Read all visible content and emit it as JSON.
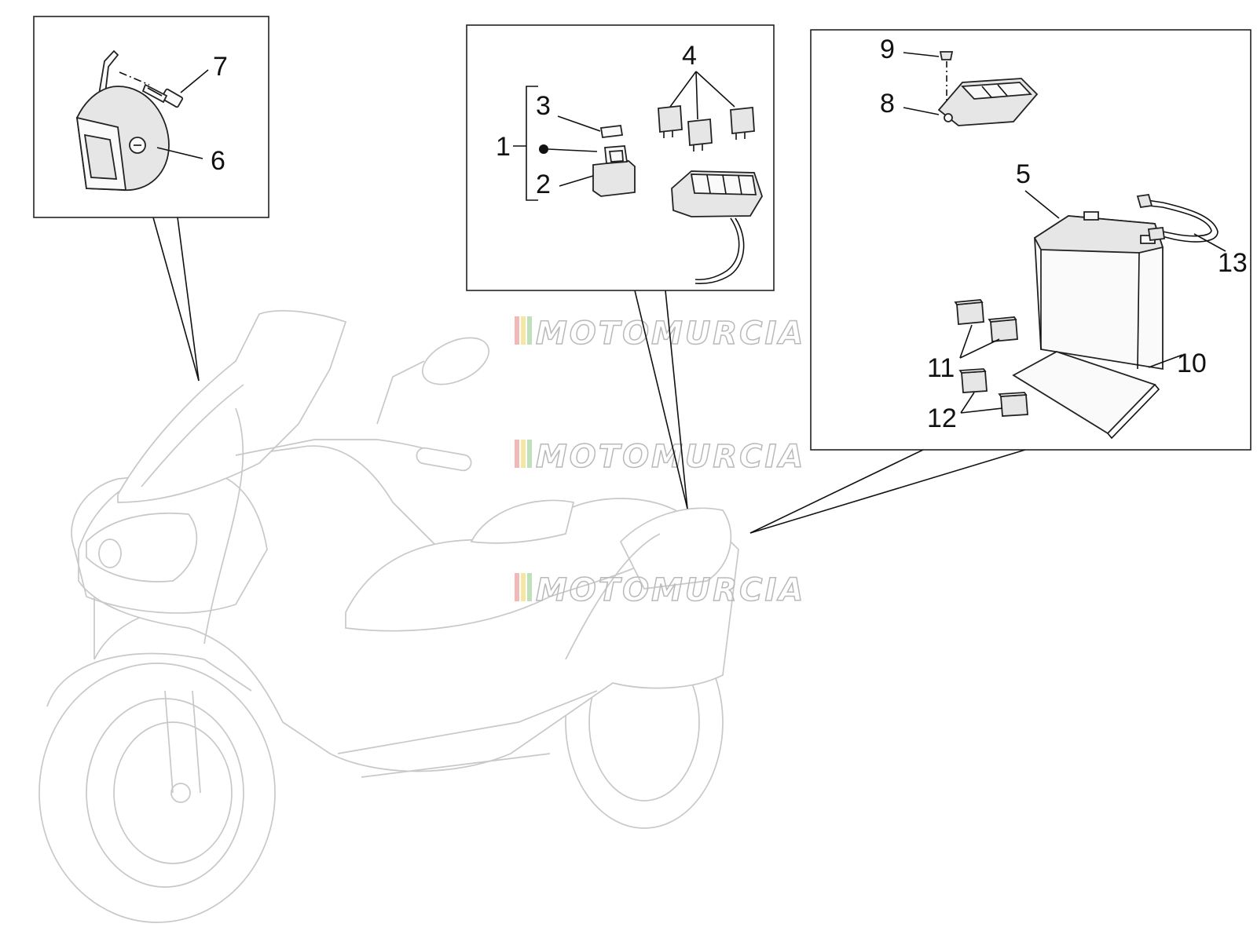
{
  "callouts": {
    "c1": "1",
    "c2": "2",
    "c3": "3",
    "c4": "4",
    "c5": "5",
    "c6": "6",
    "c7": "7",
    "c8": "8",
    "c9": "9",
    "c10": "10",
    "c11": "11",
    "c12": "12",
    "c13": "13"
  },
  "watermark": {
    "text": "MOTOMURCIA",
    "stripe_colors": [
      "#f2b8b8",
      "#f3e7a3",
      "#bfe0b8"
    ]
  },
  "colors": {
    "line": "#111111",
    "scooter_outline": "#c8c8c8",
    "watermark": "#b9b9b9"
  }
}
